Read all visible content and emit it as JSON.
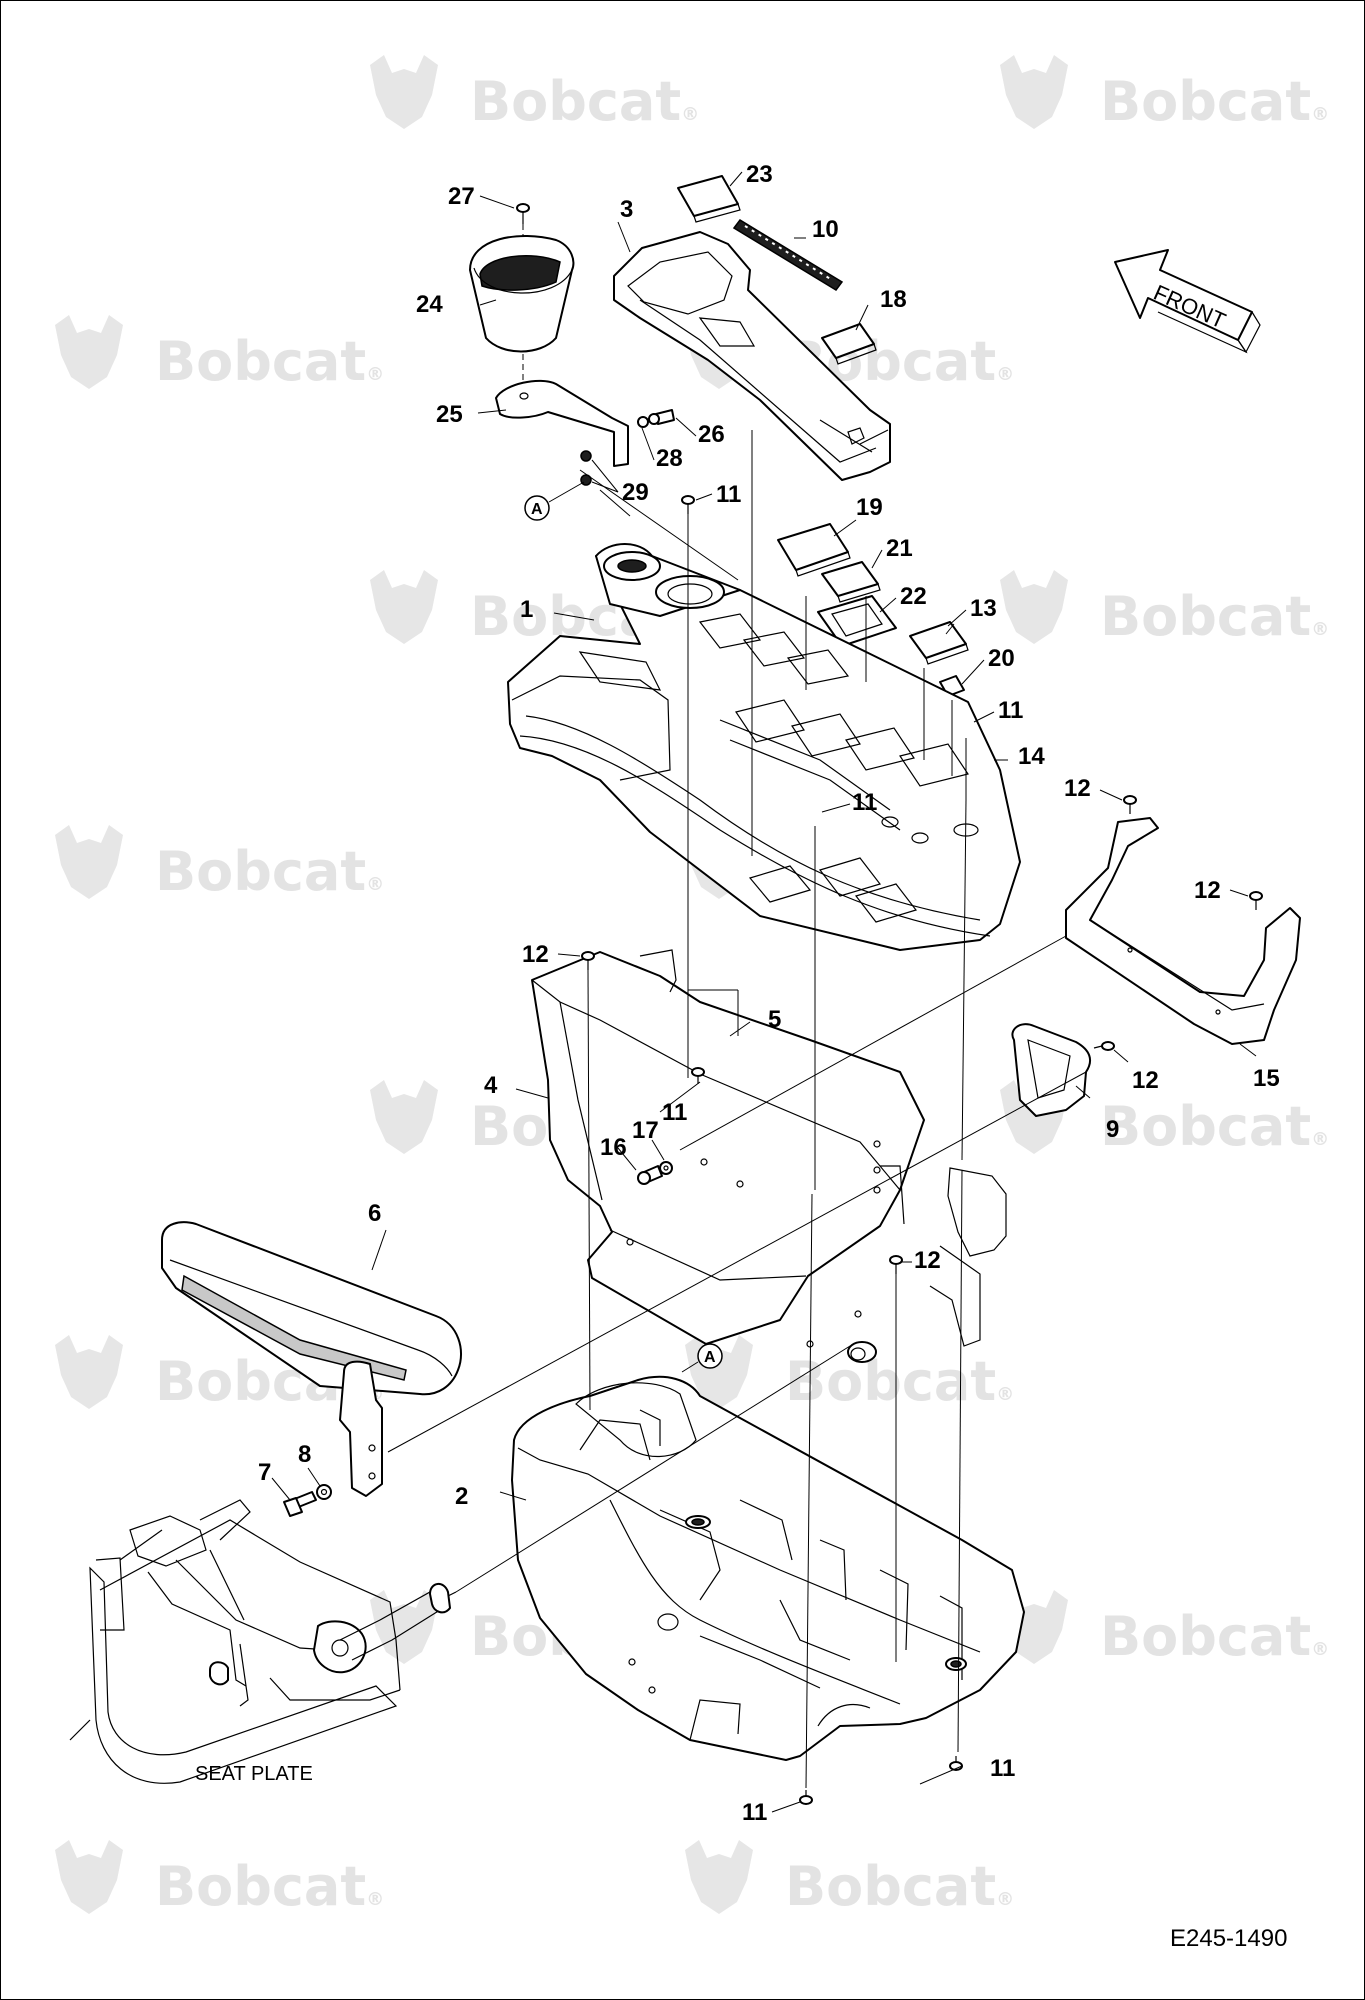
{
  "watermark": {
    "text": "Bobcat",
    "mark": "®"
  },
  "callouts": {
    "c1": "1",
    "c2": "2",
    "c3": "3",
    "c4": "4",
    "c5": "5",
    "c6": "6",
    "c7": "7",
    "c8": "8",
    "c9": "9",
    "c10": "10",
    "c11a": "11",
    "c11b": "11",
    "c11c": "11",
    "c11d": "11",
    "c11e": "11",
    "c11f": "11",
    "c12a": "12",
    "c12b": "12",
    "c12c": "12",
    "c12d": "12",
    "c12e": "12",
    "c13": "13",
    "c14": "14",
    "c15": "15",
    "c16": "16",
    "c17": "17",
    "c18": "18",
    "c19": "19",
    "c20": "20",
    "c21": "21",
    "c22": "22",
    "c23": "23",
    "c24": "24",
    "c25": "25",
    "c26": "26",
    "c27": "27",
    "c28": "28",
    "c29": "29"
  },
  "reference_markers": [
    "A",
    "A"
  ],
  "labels": {
    "front": "FRONT",
    "seat_plate": "SEAT PLATE",
    "drawing_number": "E245-1490"
  },
  "colors": {
    "line": "#000000",
    "watermark": "#e3e3e3",
    "background": "#ffffff"
  }
}
